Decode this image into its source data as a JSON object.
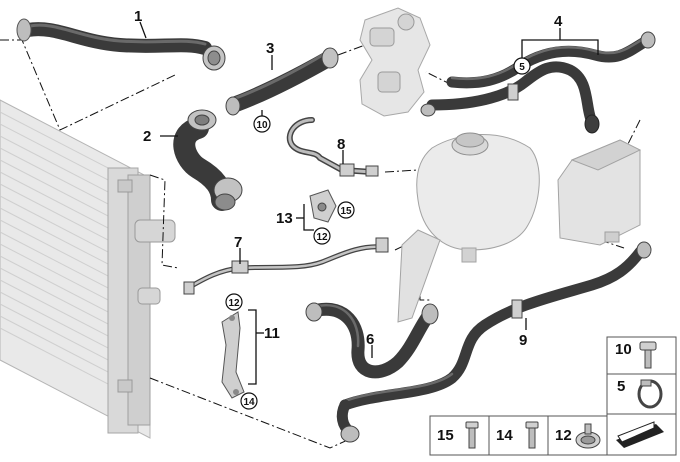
{
  "diagram": {
    "callouts": [
      "1",
      "2",
      "3",
      "4",
      "5",
      "6",
      "7",
      "8",
      "9",
      "10",
      "11",
      "12",
      "13",
      "14",
      "15"
    ],
    "circled_callouts": {
      "a": "5",
      "b": "10",
      "c": "15",
      "d": "12",
      "e": "12",
      "f": "14"
    },
    "legend": {
      "items": [
        {
          "label": "10"
        },
        {
          "label": "5"
        },
        {
          "label": "15"
        },
        {
          "label": "14"
        },
        {
          "label": "12"
        }
      ]
    }
  }
}
